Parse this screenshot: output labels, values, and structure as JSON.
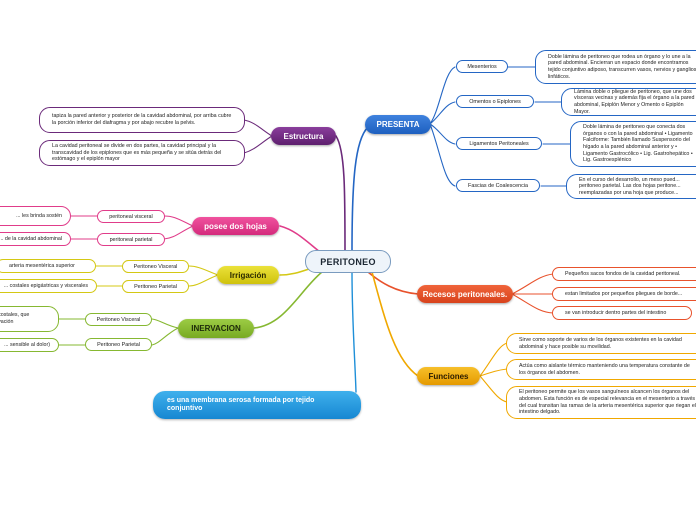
{
  "center": "PERITONEO",
  "branches": {
    "presenta": {
      "label": "PRESENTA",
      "items": [
        {
          "label": "Mesenterios",
          "detail": "Doble lámina de peritoneo que rodea un órgano y lo une a la pared abdominal. Encierran un espacio donde encontramos tejido conjuntivo adiposo, transcurren vasos, nervios y ganglios linfáticos."
        },
        {
          "label": "Omentos o Epiplones",
          "detail": "Lámina doble o pliegue de peritoneo, que une dos vísceras vecinas y además fija el órgano a la pared abdominal, Epiplón Menor y Omento o Epiplón Mayor."
        },
        {
          "label": "Ligamentos Peritoneales",
          "detail": "Doble lámina de peritoneo que conecta dos órganos o con la pared abdominal • Ligamento Falciforme: También llamado Suspensorio del hígado a la pared abdominal anterior y • Ligamento Gastrocólico • Lig. Gastrohepático • Lig. Gastroesplénico"
        },
        {
          "label": "Fascias de Coalescencia",
          "detail": "En el curso del desarrollo, un meso pued... peritoneo parietal. Las dos hojas peritone... reemplazadas por una hoja que produce..."
        }
      ]
    },
    "estructura": {
      "label": "Estructura",
      "items": [
        "tapiza la pared anterior y posterior de la cavidad abdominal, por arriba cubre la porción inferior del diafragma y por abajo recubre la pelvis.",
        "La cavidad peritoneal se divide en dos partes, la cavidad principal y la transcavidad de los epiplones que es más pequeña y se sitúa detrás del estómago y el epiplón mayor"
      ]
    },
    "hojas": {
      "label": "posee dos hojas",
      "items": [
        {
          "label": "peritoneal visceral",
          "detail": "... les brinda sostén"
        },
        {
          "label": "peritoneal parietal",
          "detail": "... de la cavidad abdominal"
        }
      ]
    },
    "irrigacion": {
      "label": "Irrigación",
      "items": [
        {
          "label": "Peritoneo Visceral",
          "detail": "arteria mesentérica superior"
        },
        {
          "label": "Peritoneo Parietal",
          "detail": "... costales epigástricas y viscerales"
        }
      ]
    },
    "inervacion": {
      "label": "INERVACION",
      "items": [
        {
          "label": "Peritoneo Visceral",
          "detail": "...ercostales, que ...ervación"
        },
        {
          "label": "Peritoneo Parietal",
          "detail": "... sensible al dolor)"
        }
      ]
    },
    "recesos": {
      "label": "Recesos peritoneales.",
      "items": [
        "Pequeños sacos fondos de la cavidad peritoneal.",
        "estan limitados por pequeños pliegues de borde...",
        "se van introducir dentro partes del intestino"
      ]
    },
    "funciones": {
      "label": "Funciones",
      "items": [
        "Sirve como soporte de varios de los órganos existentes en la cavidad abdominal y hace posible su movilidad.",
        "Actúa como aislante térmico manteniendo una temperatura constante de los órganos del abdomen.",
        "El peritoneo permite que los vasos sanguíneos alcancen los órganos del abdomen. Esta función es de especial relevancia en el mesenterio a través del cual transitan las ramas de la arteria mesentérica superior que riegan el intestino delgado."
      ]
    }
  },
  "floating_topic": "es una membrana serosa formada por tejido conjuntivo",
  "colors": {
    "center_border": "#7a9bbf",
    "presenta": "#2466c4",
    "estructura": "#6b2a7a",
    "hojas": "#e03c8a",
    "irrigacion": "#d4c814",
    "inervacion": "#86b831",
    "recesos": "#e8522c",
    "funciones": "#f0a800",
    "floating": "#1e8fd8"
  }
}
